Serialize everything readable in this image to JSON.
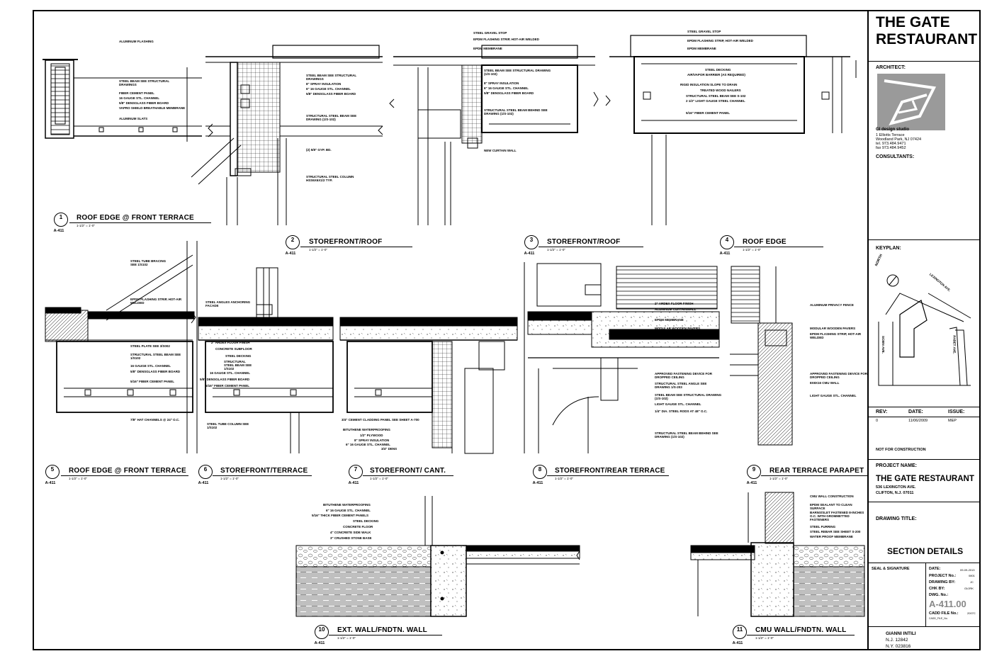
{
  "title_block": {
    "project_name": "THE GATE RESTAURANT",
    "project_name_line1": "THE GATE",
    "project_name_line2": "RESTAURANT",
    "architect_label": "ARCHITECT:",
    "architect_firm": "GI design studio",
    "architect_addr1": "1 Elliotts Terrace",
    "architect_addr2": "Woodland Park, NJ 07424",
    "architect_tel": "tel. 973.484.9471",
    "architect_fax": "fax 973.484.9452",
    "consultants_label": "CONSULTANTS:",
    "keyplan_label": "KEYPLAN:",
    "keyplan_streets": [
      "LEXINGTON AVE.",
      "SCIEN AVE.",
      "PABET AVE."
    ],
    "north_label": "NORTH",
    "rev_headers": [
      "REV:",
      "DATE:",
      "ISSUE:"
    ],
    "rev_row": [
      "0",
      "11/06/2009",
      "MEP"
    ],
    "not_for_construction": "NOT FOR CONSTRUCTION",
    "project_name_label": "PROJECT NAME:",
    "project_address1": "536 LEXINGTON AVE.",
    "project_address2": "CLIFTON, N.J. 07011",
    "drawing_title_label": "DRAWING TITLE:",
    "drawing_title": "SECTION DETAILS",
    "seal_label": "SEAL & SIGNATURE",
    "info_rows": [
      {
        "k": "DATE:",
        "v": "09-09-2013"
      },
      {
        "k": "PROJECT No.:",
        "v": "0801"
      },
      {
        "k": "DRAWING BY:",
        "v": "JC"
      },
      {
        "k": "CHK BY:",
        "v": "GI/JRK"
      },
      {
        "k": "DWG. No.:",
        "v": ""
      }
    ],
    "dwg_number": "A-411.00",
    "cadd_label": "CADD FILE No.:",
    "cadd_value": "2007C",
    "cadd_sub": "CADD_FILE_No.",
    "signer_name": "GIANNI INTILI",
    "signer_nj": "N.J. 12842",
    "signer_ny": "N.Y. 023816"
  },
  "details": [
    {
      "num": "1",
      "sheet": "A-411",
      "title": "ROOF EDGE @ FRONT TERRACE",
      "scale": "1-1/2\" = 1'-0\""
    },
    {
      "num": "2",
      "sheet": "A-411",
      "title": "STOREFRONT/ROOF",
      "scale": "1-1/2\" = 1'-0\""
    },
    {
      "num": "3",
      "sheet": "A-411",
      "title": "STOREFRONT/ROOF",
      "scale": "1-1/2\" = 1'-0\""
    },
    {
      "num": "4",
      "sheet": "A-411",
      "title": "ROOF EDGE",
      "scale": "1-1/2\" = 1'-0\""
    },
    {
      "num": "5",
      "sheet": "A-411",
      "title": "ROOF EDGE @ FRONT TERRACE",
      "scale": "1-1/2\" = 1'-0\""
    },
    {
      "num": "6",
      "sheet": "A-411",
      "title": "STOREFRONT/TERRACE",
      "scale": "1-1/2\" = 1'-0\""
    },
    {
      "num": "7",
      "sheet": "A-411",
      "title": "STOREFRONT/ CANT.",
      "scale": "1-1/2\" = 1'-0\""
    },
    {
      "num": "8",
      "sheet": "A-411",
      "title": "STOREFRONT/REAR TERRACE",
      "scale": "1-1/2\" = 1'-0\""
    },
    {
      "num": "9",
      "sheet": "A-411",
      "title": "REAR TERRACE PARAPET",
      "scale": "1-1/2\" = 1'-0\""
    },
    {
      "num": "10",
      "sheet": "A-411",
      "title": "EXT. WALL/FNDTN. WALL",
      "scale": "1-1/2\" = 1'-0\""
    },
    {
      "num": "11",
      "sheet": "A-411",
      "title": "CMU WALL/FNDTN. WALL",
      "scale": "1-1/2\" = 1'-0\""
    }
  ],
  "notes": {
    "d1": [
      "ALUMINUM FLASHING",
      "STEEL BEAM SEE STRUCTURAL DRAWINGS",
      "FIBER CEMENT PANEL",
      "16 GAUGE STL. CHANNEL",
      "5/8\" DENSGLASS FIBER BOARD",
      "VAPRO SHIELD BREATHABLE MEMBRANE",
      "ALUMINUM SLATS"
    ],
    "d2": [
      "STEEL BEAM SEE STRUCTURAL DRAWINGS",
      "8\" SPRAY INSULATION",
      "6\" 16 GAUGE STL. CHANNEL",
      "5/8\" DENSGLASS FIBER BOARD",
      "STRUCTURAL STEEL BEAM SEE DRAWING (1/S-102)",
      "(2) 5/8\" GYP. BD.",
      "STRUCTURAL STEEL COLUMN HSS6X6X1/2 TYP."
    ],
    "d3": [
      "STEEL GRAVEL STOP",
      "EPDM FLASHING STRIP, HOT-AIR WELDED",
      "EPDM MEMBRANE",
      "STEEL BEAM SEE STRUCTURAL DRAWING (1/S-102)",
      "8\" SPRAY INSULATION",
      "6\" 16 GAUGE STL. CHANNEL",
      "5/8\" DENSGLASS FIBER BOARD",
      "STRUCTURAL STEEL BEAM BEHIND SEE DRAWING (1/S-102)",
      "NEW CURTAIN WALL"
    ],
    "d4": [
      "STEEL GRAVEL STOP",
      "EPDM FLASHING STRIP, HOT-AIR WELDED",
      "EPDM MEMBRANE",
      "STEEL DECKING",
      "AIR/VAPOR BARRIER (AS REQUIRED)",
      "RIGID INSULATION SLOPE TO DRAIN",
      "TREATED WOOD NAILERS",
      "STRUCTURAL STEEL BEAM SEE S-102",
      "2 1/2\" LIGHT GAUGE STEEL CHANNEL",
      "5/16\" FIBER CEMENT PANEL"
    ],
    "d5": [
      "STEEL TUBE BRACING SEE 1/S102",
      "EPDM FLASHING STRIP, HOT-AIR WELDED",
      "STEEL PLATE SEE 3/S002",
      "STRUCTURAL STEEL BEAM SEE 1/S102",
      "16 GAUGE STL. CHANNEL",
      "5/8\" DENSGLASS FIBER BOARD",
      "5/16\" FIBER CEMENT PANEL",
      "7/8\" HAT CHANNELS @ 24\" O.C.",
      "STEEL TUBE COLUMN SEE 1/S102"
    ],
    "d6": [
      "STEEL ANGLES ANCHORING FACADE",
      "2\" ARDEX FLOOR FINISH",
      "CONCRETE SUBFLOOR",
      "STEEL DECKING",
      "STRUCTURAL STEEL BEAM SEE 1/S102",
      "16 GAUGE STL. CHANNEL",
      "5/8\" DENSGLASS FIBER BOARD",
      "5/16\" FIBER CEMENT PANEL"
    ],
    "d7": [
      "3/4\" CEMENT CLADDING PANEL SEE SHEET A-700",
      "BITUTHENE WATERPROOFING",
      "1/2\" PLYWOOD",
      "8\" SPRAY INSULATION",
      "6\" 16 GAUGE STL. CHANNEL",
      "3/4\" DENS"
    ],
    "d8": [
      "2\" ARDEX FLOOR FINISH",
      "ALUMINUM CURTAINWALL",
      "EPDM MEMBRANE",
      "MODULAR WOODEN PAVERS",
      "EPDM FLASHING STRIP, HOT-AIR WELDED",
      "APPROVED FASTENING DEVICE FOR DROPPED CEILING",
      "STRUCTURAL STEEL ANGLE SEE DRAWING 1/S-203",
      "STEEL BEAM SEE STRUCTURAL DRAWING (1/S-102)",
      "LIGHT GAUGE STL. CHANNEL",
      "1/4\" DIA. STEEL RODS AT 48\" O.C.",
      "STRUCTURAL STEEL BEAM BEHIND SEE DRAWING (1/S-102)"
    ],
    "d9": [
      "ALUMINUM PRIVACY FENCE",
      "MODULAR WOODEN PAVERS",
      "EPDM FLASHING STRIP, HOT-AIR WELDED",
      "APPROVED FASTENING DEVICE FOR DROPPED CEILING",
      "8X8X16 CMU WALL",
      "LIGHT GAUGE STL. CHANNEL"
    ],
    "d10": [
      "BITUTHENE WATERPROOFING",
      "6\" 16 GAUGE STL. CHANNEL",
      "5/16\" THICK FIBER CEMENT PANELS",
      "STEEL DECKING",
      "CONCRETE FLOOR",
      "4\" CONCRETE SIDE WALK",
      "3\" CRUSHED STONE BASE"
    ],
    "d11": [
      "CMU WALL CONSTRUCTION",
      "EPDM SEALANT TO CLEAN SURFACE",
      "BARNS/SLET FASTENED 8-INCHES O.C. WITH GROMMETTED FASTENERS",
      "STEEL FURRING",
      "STEEL REBAR SEE SHEET S-200",
      "WATER PROOF MEMBRANE"
    ]
  }
}
